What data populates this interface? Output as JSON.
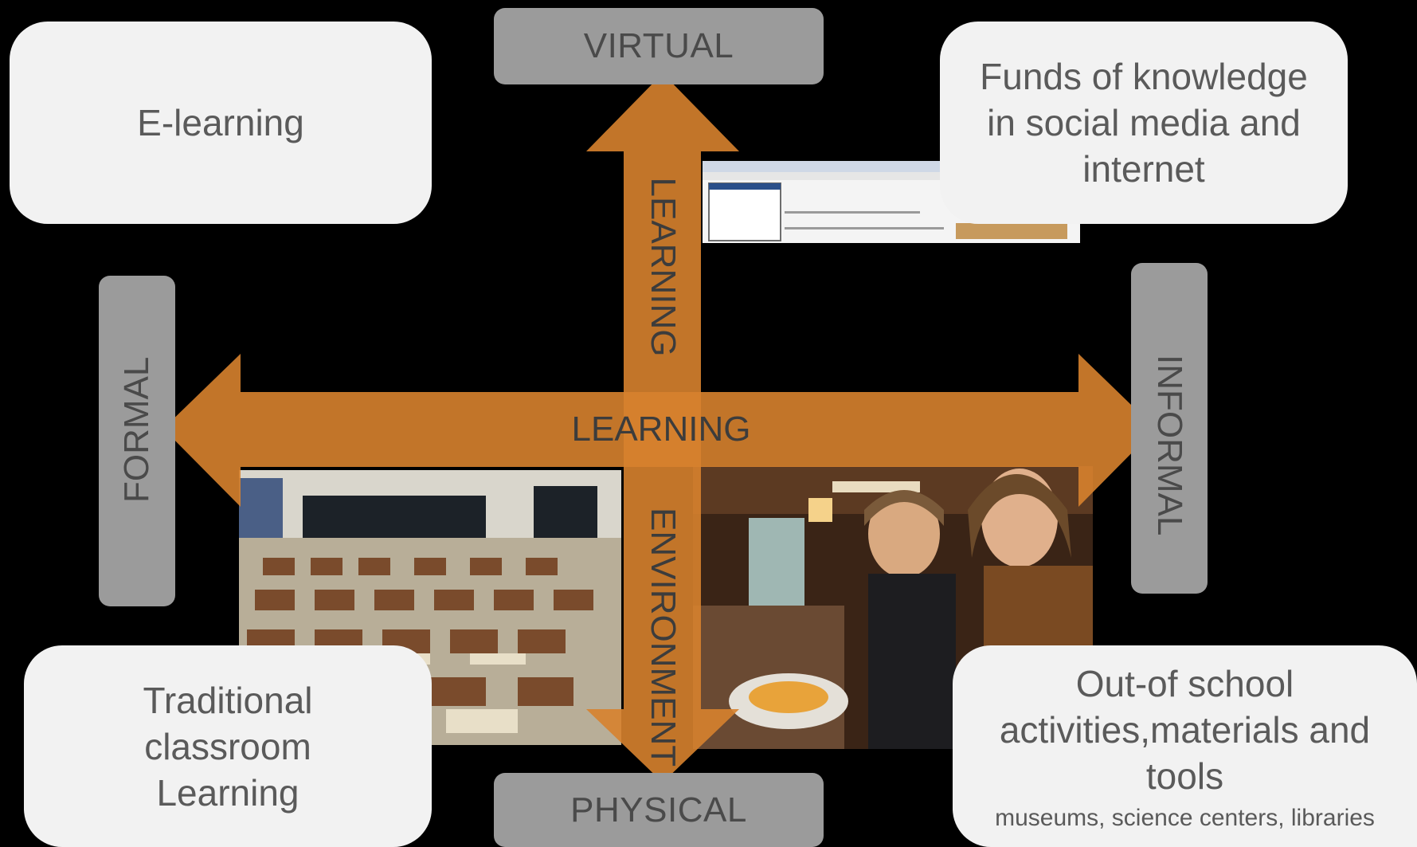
{
  "axes": {
    "top": "VIRTUAL",
    "bottom": "PHYSICAL",
    "left": "FORMAL",
    "right": "INFORMAL"
  },
  "arrows": {
    "horizontal_label": "LEARNING",
    "vertical_top_label": "LEARNING",
    "vertical_bottom_label": "ENVIRONMENT",
    "color": "#d7822e"
  },
  "quadrants": {
    "top_left": {
      "lines": [
        "E-learning"
      ]
    },
    "top_right": {
      "lines": [
        "Funds of knowledge",
        "in social media and",
        "internet"
      ]
    },
    "bottom_left": {
      "lines": [
        "Traditional",
        "classroom",
        "Learning"
      ]
    },
    "bottom_right": {
      "lines": [
        "Out-of school",
        "activities,materials and",
        "tools"
      ],
      "note": "museums, science centers, libraries"
    }
  },
  "images": {
    "top_right": "browser-screenshot",
    "bottom_left": "empty-classroom-photo",
    "bottom_right": "cafe-two-young-men-photo"
  },
  "colors": {
    "background": "#000000",
    "box": "#f2f2f2",
    "pill": "#9b9b9b",
    "arrow": "#d7822e"
  }
}
